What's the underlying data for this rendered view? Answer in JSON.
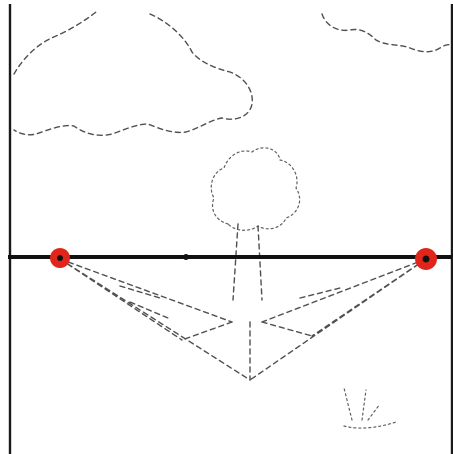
{
  "figure": {
    "kind": "two-point perspective sketch",
    "colors": {
      "paper": "#ffffff",
      "horizon_line": "#111111",
      "vanishing_point": "#e0261b",
      "pencil": "#505050"
    },
    "elements": [
      "frame",
      "clouds",
      "tree",
      "horizon-line",
      "vanishing-point-left",
      "vanishing-point-right",
      "perspective-box",
      "grass-tuft"
    ]
  }
}
